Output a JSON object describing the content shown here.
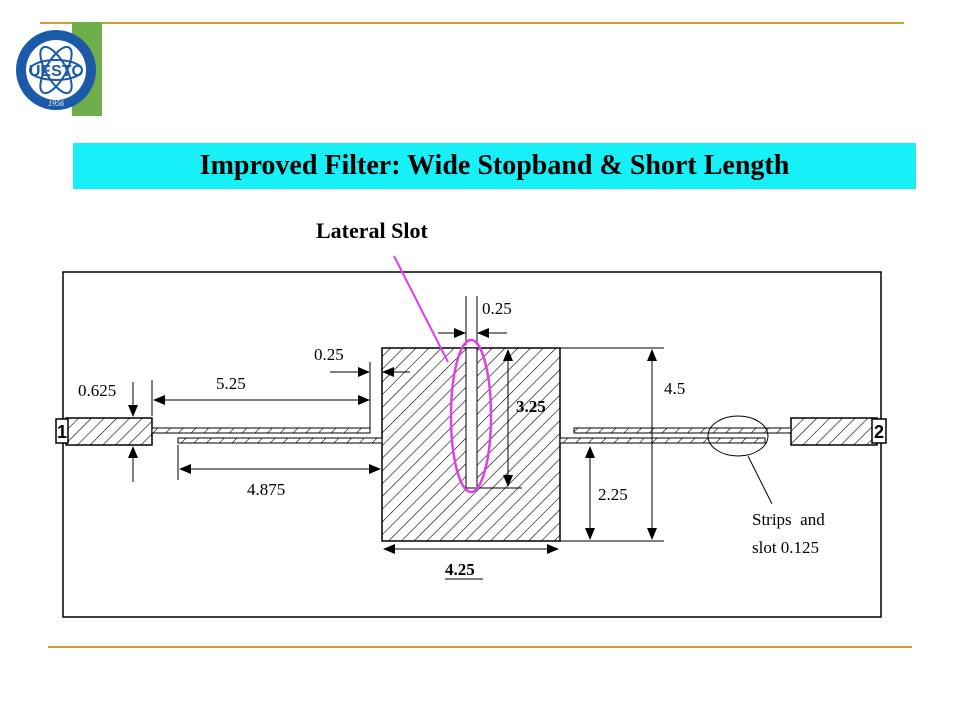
{
  "logo": {
    "text": "UESTC",
    "year": "1956"
  },
  "title": "Improved Filter: Wide Stopband & Short Length",
  "callout": "Lateral Slot",
  "ports": {
    "left": "1",
    "right": "2"
  },
  "dimensions": {
    "slot_width": "0.25",
    "gap": "0.25",
    "feed_width": "0.625",
    "upper_strip": "5.25",
    "lower_strip": "4.875",
    "slot_length": "3.25",
    "patch_height": "4.5",
    "lower_height": "2.25",
    "patch_width": "4.25"
  },
  "note": {
    "line1": "Strips  and",
    "line2": "slot 0.125"
  },
  "colors": {
    "title_bg": "#18f0f8",
    "rule": "#c8a438",
    "callout": "#e040e8",
    "logo_blue": "#1a5aa8"
  }
}
